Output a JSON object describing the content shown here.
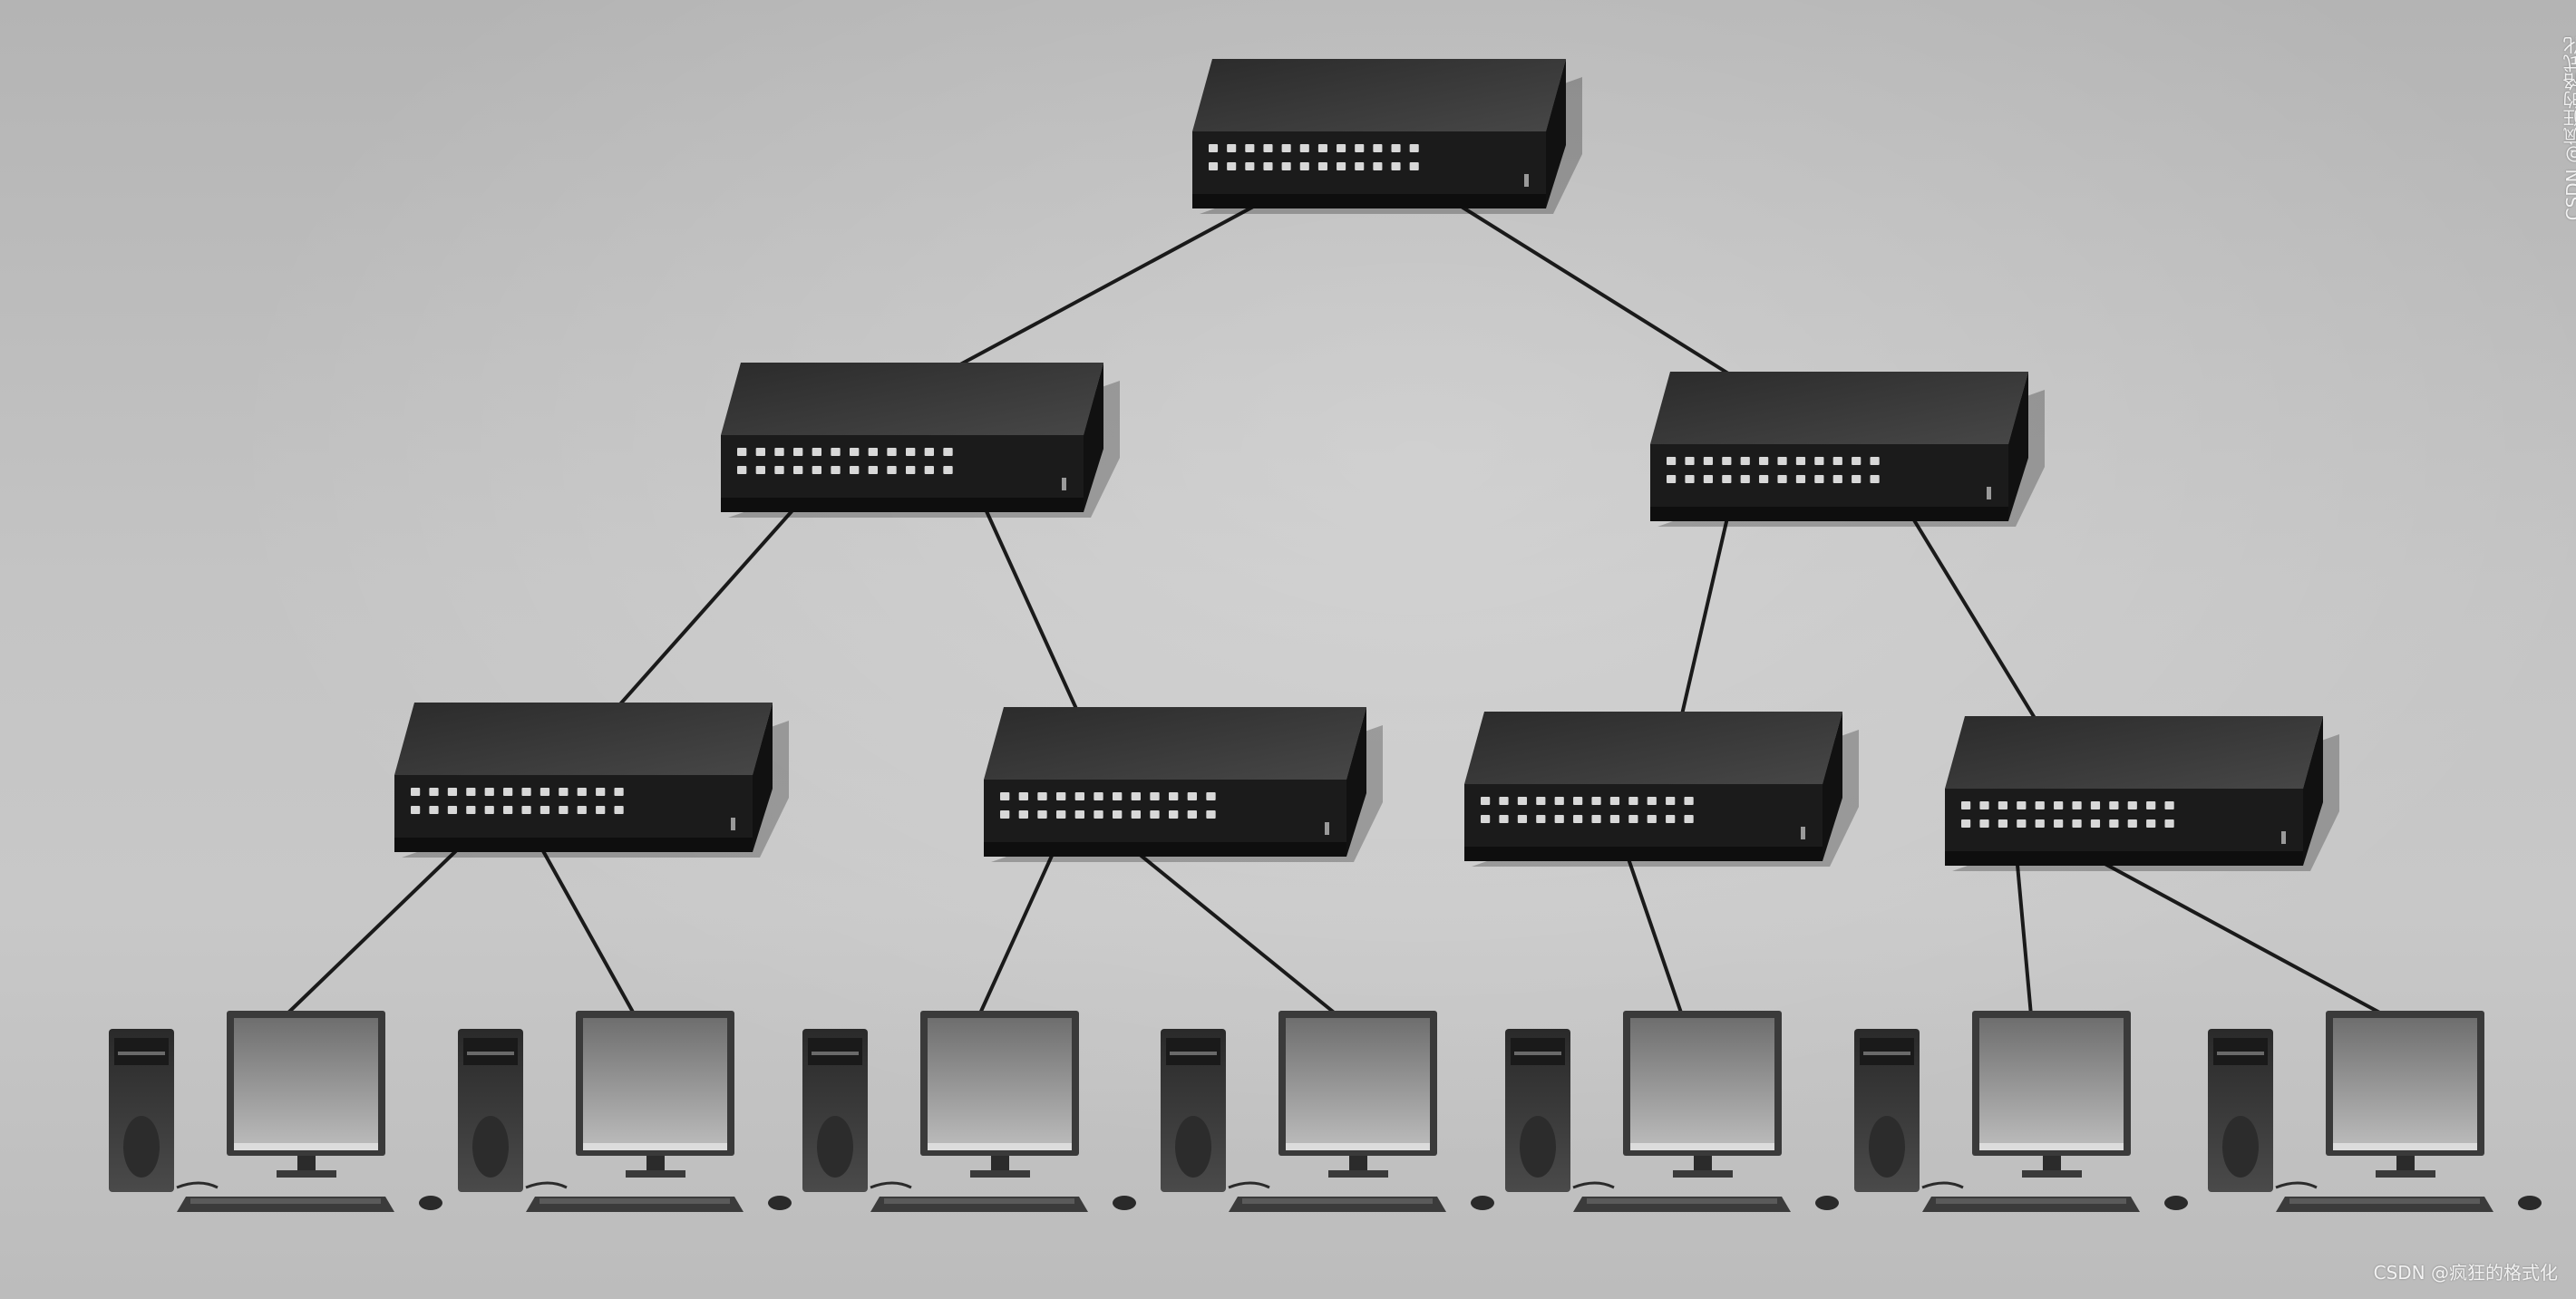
{
  "diagram": {
    "type": "network-tree-topology",
    "switch_icon": "network-switch-icon",
    "pc_icon": "desktop-computer-icon",
    "colors": {
      "background": "#c2c2c2",
      "switch_top": "#3a3a3a",
      "switch_front": "#1b1b1b",
      "switch_side": "#111111",
      "port": "#d8d8d8",
      "link": "#1a1a1a",
      "monitor_screen": "#8c8c8c"
    },
    "levels": [
      1,
      2,
      4
    ],
    "switches": [
      {
        "id": "root",
        "level": 0,
        "parent": null
      },
      {
        "id": "agg-left",
        "level": 1,
        "parent": "root"
      },
      {
        "id": "agg-right",
        "level": 1,
        "parent": "root"
      },
      {
        "id": "access-1",
        "level": 2,
        "parent": "agg-left"
      },
      {
        "id": "access-2",
        "level": 2,
        "parent": "agg-left"
      },
      {
        "id": "access-3",
        "level": 2,
        "parent": "agg-right"
      },
      {
        "id": "access-4",
        "level": 2,
        "parent": "agg-right"
      }
    ],
    "computers": [
      {
        "id": "pc-1",
        "parent": "access-1"
      },
      {
        "id": "pc-2",
        "parent": "access-1"
      },
      {
        "id": "pc-3",
        "parent": "access-2"
      },
      {
        "id": "pc-4",
        "parent": "access-2"
      },
      {
        "id": "pc-5",
        "parent": "access-3"
      },
      {
        "id": "pc-6",
        "parent": null
      },
      {
        "id": "pc-7",
        "parent": "access-4"
      }
    ],
    "extra_links": [
      {
        "from": "access-4",
        "to": "pc-6"
      }
    ]
  },
  "watermarks": {
    "side": "CSDN @疯狂的格式化",
    "bottom": "CSDN @疯狂的格式化"
  }
}
